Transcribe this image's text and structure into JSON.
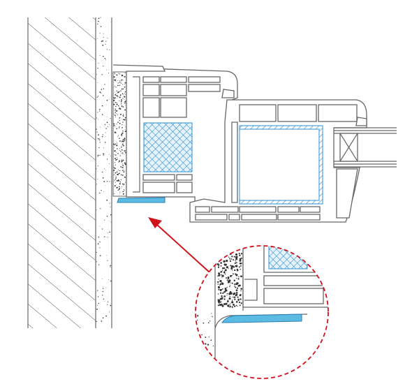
{
  "colors": {
    "outline": "#666666",
    "insulation_blue": "#2f8fd0",
    "seal_strip_blue": "#5bbbe3",
    "arrow_red": "#d0121a",
    "detail_circle_red": "#d0121a"
  },
  "components": [
    "masonry-wall",
    "plaster-layer",
    "foam-insulation",
    "window-frame-profile",
    "steel-reinforcement",
    "sash-profile",
    "glazing-unit",
    "sealing-strip",
    "detail-arrow",
    "magnified-detail-circle"
  ]
}
